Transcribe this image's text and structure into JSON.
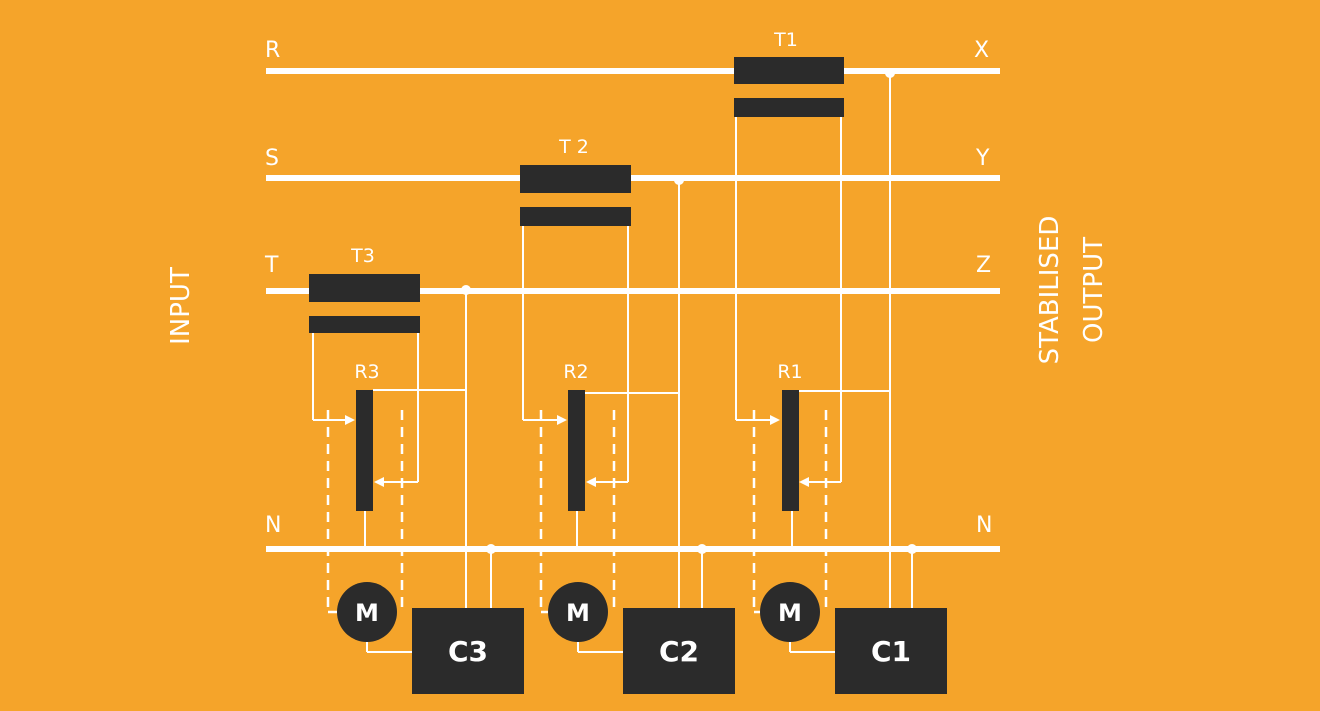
{
  "bus_labels": {
    "R": "R",
    "S": "S",
    "T": "T",
    "N_left": "N",
    "X": "X",
    "Y": "Y",
    "Z": "Z",
    "N_right": "N"
  },
  "side_labels": {
    "input": "INPUT",
    "output_line1": "STABILISED",
    "output_line2": "OUTPUT"
  },
  "transformers": [
    "T1",
    "T 2",
    "T3"
  ],
  "regulators": [
    "R1",
    "R2",
    "R3"
  ],
  "motor_label": "M",
  "controllers": [
    "C1",
    "C2",
    "C3"
  ],
  "colors": {
    "background": "#F5A42A",
    "lines": "#ffffff",
    "components": "#2b2b2b"
  }
}
